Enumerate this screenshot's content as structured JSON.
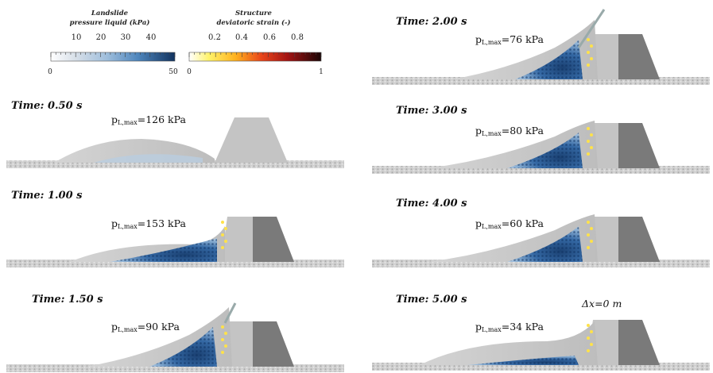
{
  "legend": {
    "pressure": {
      "title_line1": "Landslide",
      "title_line2": "pressure liquid (kPa)",
      "ticks": [
        "10",
        "20",
        "30",
        "40"
      ],
      "min": "0",
      "max": "50"
    },
    "strain": {
      "title_line1": "Structure",
      "title_line2": "deviatoric strain (-)",
      "ticks": [
        "0.2",
        "0.4",
        "0.6",
        "0.8"
      ],
      "min": "0",
      "max": "1"
    }
  },
  "panels": [
    {
      "time": "Time: 0.50 s",
      "pmax_prefix": "p",
      "pmax_sub": "L,max",
      "pmax_value": "=126 kPa",
      "stage": "approach"
    },
    {
      "time": "Time: 1.00 s",
      "pmax_prefix": "p",
      "pmax_sub": "L,max",
      "pmax_value": "=153 kPa",
      "stage": "impact"
    },
    {
      "time": "Time: 1.50 s",
      "pmax_prefix": "p",
      "pmax_sub": "L,max",
      "pmax_value": "=90 kPa",
      "stage": "runup"
    },
    {
      "time": "Time: 2.00 s",
      "pmax_prefix": "p",
      "pmax_sub": "L,max",
      "pmax_value": "=76 kPa",
      "stage": "runup"
    },
    {
      "time": "Time: 3.00 s",
      "pmax_prefix": "p",
      "pmax_sub": "L,max",
      "pmax_value": "=80 kPa",
      "stage": "deposit"
    },
    {
      "time": "Time: 4.00 s",
      "pmax_prefix": "p",
      "pmax_sub": "L,max",
      "pmax_value": "=60 kPa",
      "stage": "deposit"
    },
    {
      "time": "Time: 5.00 s",
      "pmax_prefix": "p",
      "pmax_sub": "L,max",
      "pmax_value": "=34 kPa",
      "stage": "final"
    }
  ],
  "displacement_note": "Δx=0 m",
  "colors": {
    "ground": "#cfcfcf",
    "structure_light": "#c4c4c4",
    "structure_dark": "#7a7a7a",
    "landslide_grey": "#c8c8c8",
    "pressure_low": "#b9cde0",
    "pressure_mid": "#6f9cc6",
    "pressure_high": "#1e4f86",
    "strain_yellow": "#ffe24a"
  }
}
